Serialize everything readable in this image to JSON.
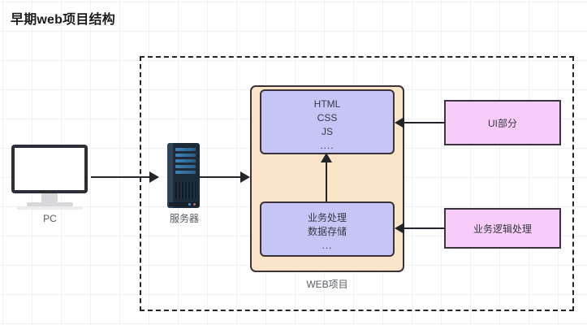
{
  "title": "早期web项目结构",
  "colors": {
    "background": "#ffffff",
    "grid_line": "#f1f1f1",
    "dashed_border": "#23252b",
    "web_project_fill": "#fbe5c8",
    "inner_box_fill": "#c5c6f5",
    "pink_box_fill": "#f8ccf8",
    "box_border": "#3a3238",
    "arrow": "#23252b",
    "server_body": "#1d2b38",
    "monitor_frame": "#2b2f33"
  },
  "nodes": {
    "pc": {
      "label": "PC",
      "icon": "desktop-monitor-icon"
    },
    "server": {
      "label": "服务器",
      "icon": "server-tower-icon"
    },
    "web_project": {
      "label": "WEB项目",
      "frontend": {
        "lines": [
          "HTML",
          "CSS",
          "JS"
        ],
        "ellipsis": "...."
      },
      "backend": {
        "lines": [
          "业务处理",
          "数据存储"
        ],
        "ellipsis": "..."
      }
    },
    "ui_part": {
      "label": "UI部分"
    },
    "business_logic": {
      "label": "业务逻辑处理"
    }
  },
  "arrows": [
    {
      "name": "pc-to-server",
      "direction": "right"
    },
    {
      "name": "server-to-web-project",
      "direction": "right"
    },
    {
      "name": "backend-to-frontend",
      "direction": "up"
    },
    {
      "name": "ui-part-to-frontend",
      "direction": "left"
    },
    {
      "name": "business-logic-to-backend",
      "direction": "left"
    }
  ]
}
